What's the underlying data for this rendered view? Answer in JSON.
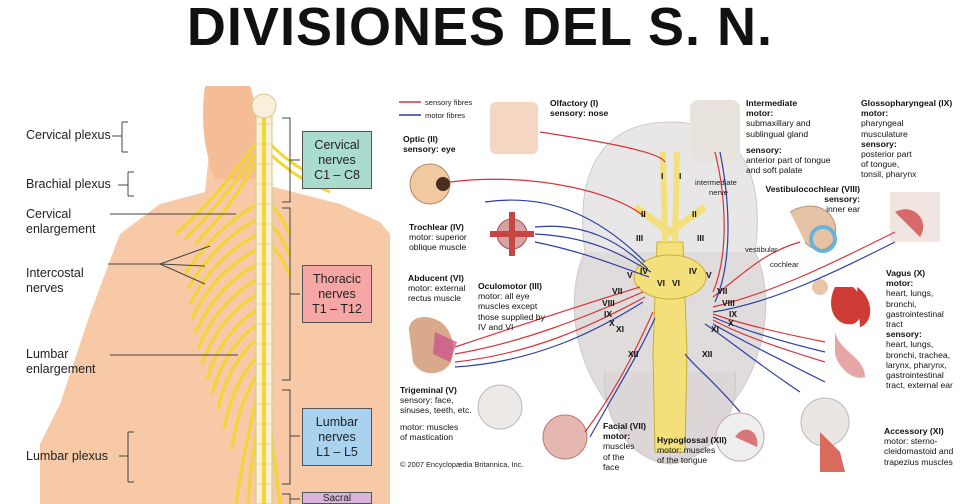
{
  "title": "DIVISIONES DEL S. N.",
  "spinal": {
    "labels": {
      "cervical_plexus": "Cervical plexus",
      "brachial_plexus": "Brachial plexus",
      "cervical_enlargement_1": "Cervical",
      "cervical_enlargement_2": "enlargement",
      "intercostal_1": "Intercostal",
      "intercostal_2": "nerves",
      "lumbar_enlargement_1": "Lumbar",
      "lumbar_enlargement_2": "enlargement",
      "lumbar_plexus": "Lumbar plexus"
    },
    "boxes": {
      "cervical": {
        "line1": "Cervical",
        "line2": "nerves",
        "line3": "C1 – C8",
        "color": "#a9dccf"
      },
      "thoracic": {
        "line1": "Thoracic",
        "line2": "nerves",
        "line3": "T1 – T12",
        "color": "#f6a7a5"
      },
      "lumbar": {
        "line1": "Lumbar",
        "line2": "nerves",
        "line3": "L1 – L5",
        "color": "#a9d2ef"
      },
      "sacral": {
        "line1": "Sacral",
        "color": "#d9b4dc"
      }
    },
    "colors": {
      "skin": "#f7c9a6",
      "nerve": "#f2d630",
      "bone": "#f8f0d8"
    }
  },
  "cranial": {
    "legend": {
      "sensory": "sensory fibres",
      "motor": "motor fibres",
      "sensory_color": "#d9333a",
      "motor_color": "#2c3fa3"
    },
    "copyright": "© 2007 Encyclopædia Britannica, Inc.",
    "nerves": {
      "olfactory": {
        "name": "Olfactory (I)",
        "l1": "sensory: nose"
      },
      "optic": {
        "name": "Optic (II)",
        "l1": "sensory: eye"
      },
      "trochlear": {
        "name": "Trochlear (IV)",
        "l1": "motor: superior",
        "l2": "oblique muscle"
      },
      "abducent": {
        "name": "Abducent (VI)",
        "l1": "motor: external",
        "l2": "rectus muscle"
      },
      "oculomotor": {
        "name": "Oculomotor (III)",
        "l1": "motor: all eye",
        "l2": "muscles except",
        "l3": "those supplied by",
        "l4": "IV and VI"
      },
      "trigeminal": {
        "name": "Trigeminal (V)",
        "l1": "sensory: face,",
        "l2": "sinuses, teeth, etc.",
        "l3": "motor: muscles",
        "l4": "of mastication"
      },
      "facial": {
        "name": "Facial (VII)",
        "l1": "motor:",
        "l2": "muscles",
        "l3": "of the",
        "l4": "face"
      },
      "hypoglossal": {
        "name": "Hypoglossal (XII)",
        "l1": "motor: muscles",
        "l2": "of the tongue"
      },
      "intermediate": {
        "name": "Intermediate",
        "l1": "motor:",
        "l2": "submaxillary and",
        "l3": "sublingual gland",
        "l4": "sensory:",
        "l5": "anterior part of tongue",
        "l6": "and soft palate"
      },
      "glossopharyngeal": {
        "name": "Glossopharyngeal (IX)",
        "l1": "motor:",
        "l2": "pharyngeal",
        "l3": "musculature",
        "l4": "sensory:",
        "l5": "posterior part",
        "l6": "of tongue,",
        "l7": "tonsil, pharynx"
      },
      "vestibulocochlear": {
        "name": "Vestibulocochlear (VIII)",
        "l1": "sensory:",
        "l2": "inner ear"
      },
      "vagus": {
        "name": "Vagus (X)",
        "l1": "motor:",
        "l2": "heart, lungs,",
        "l3": "bronchi,",
        "l4": "gastrointestinal",
        "l5": "tract",
        "l6": "sensory:",
        "l7": "heart, lungs,",
        "l8": "bronchi, trachea,",
        "l9": "larynx, pharynx,",
        "l10": "gastrointestinal",
        "l11": "tract, external ear"
      },
      "accessory": {
        "name": "Accessory (XI)",
        "l1": "motor: sterno-",
        "l2": "cleidomastoid and",
        "l3": "trapezius muscles"
      }
    },
    "brain_labels": {
      "intermediate_nerve_1": "intermediate",
      "intermediate_nerve_2": "nerve",
      "vestibular": "vestibular",
      "cochlear": "cochlear"
    },
    "numerals": [
      "I",
      "I",
      "II",
      "II",
      "III",
      "III",
      "IV",
      "IV",
      "V",
      "V",
      "VI",
      "VI",
      "VII",
      "VII",
      "VIII",
      "VIII",
      "IX",
      "IX",
      "X",
      "X",
      "XI",
      "XI",
      "XII",
      "XII"
    ]
  }
}
